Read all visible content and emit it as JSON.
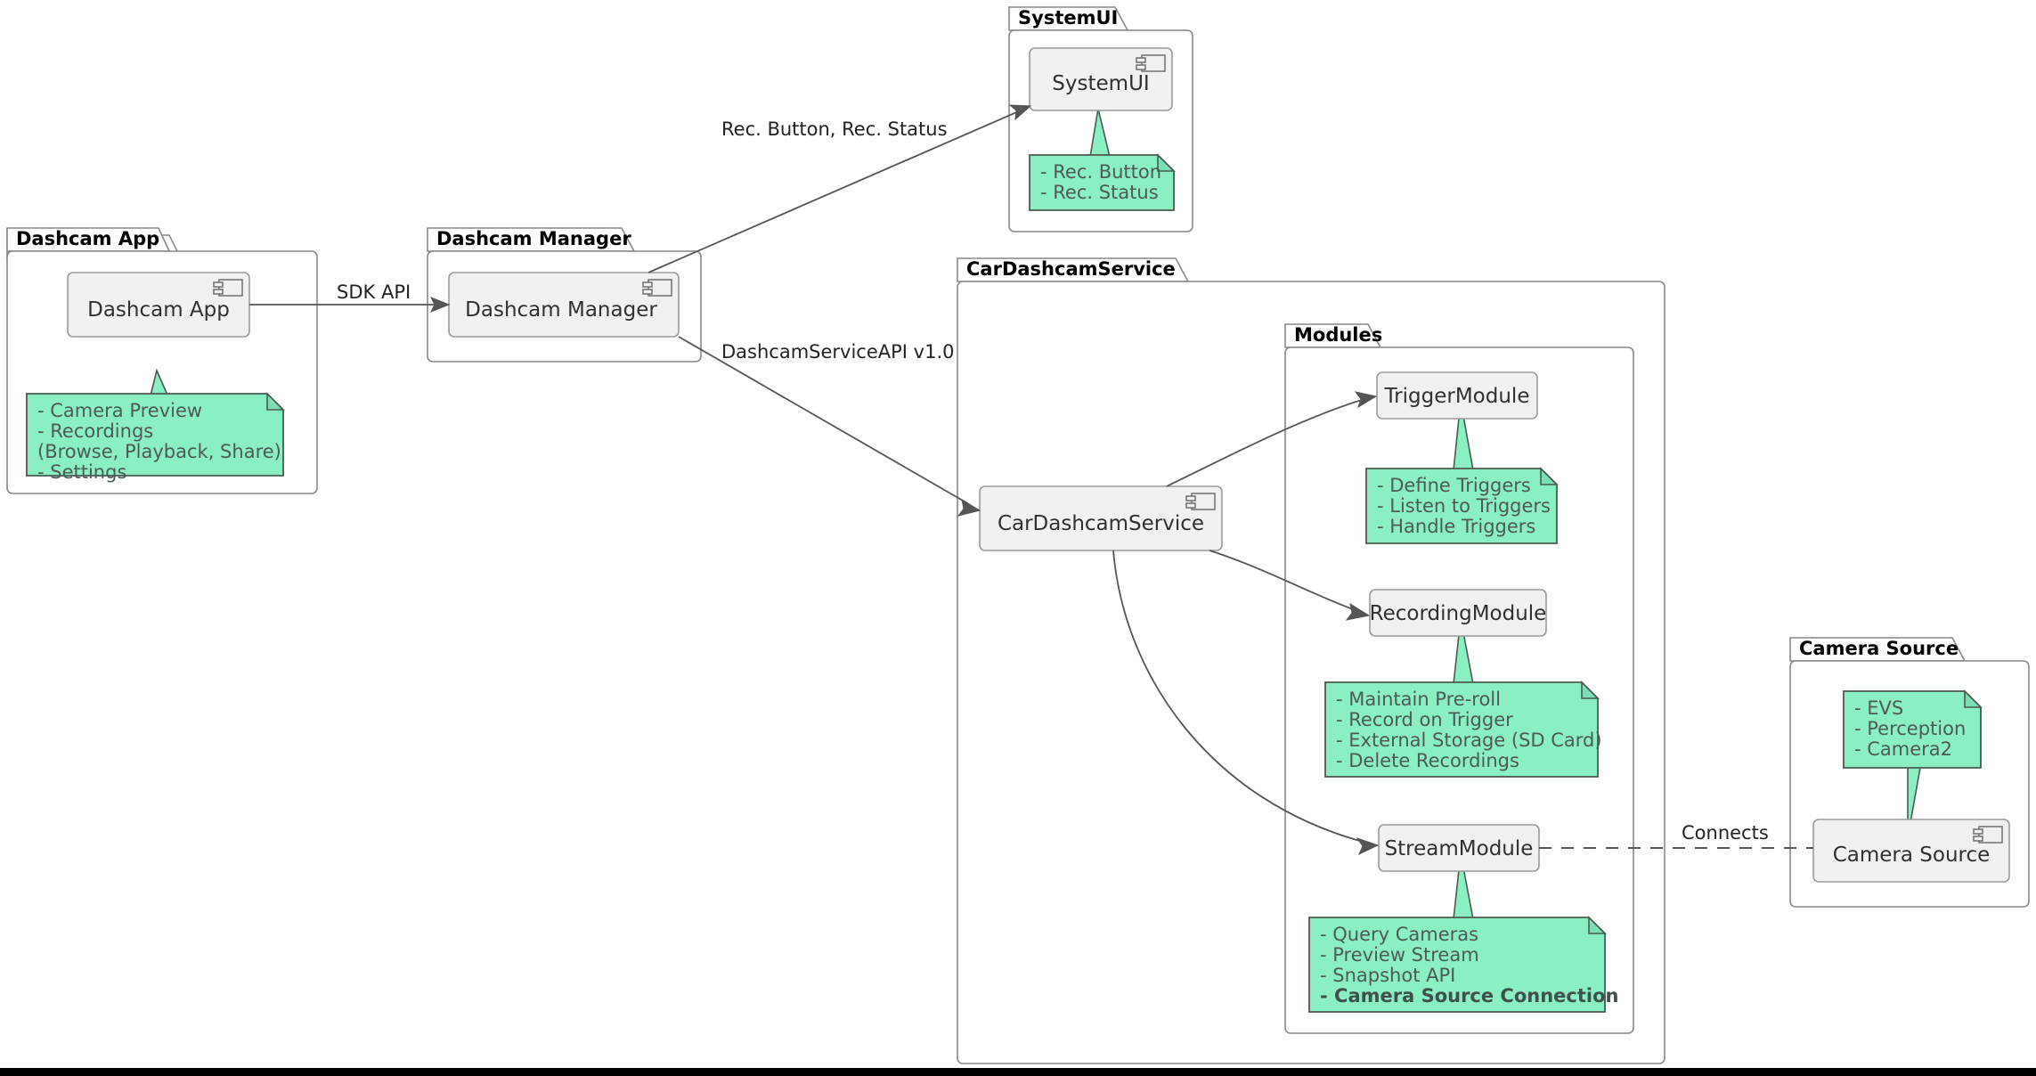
{
  "diagram": {
    "type": "uml-component-diagram",
    "colors": {
      "note_fill": "#8BEFC4",
      "note_border": "#4a5a50",
      "component_fill": "#F1F1F1",
      "component_border": "#9a9a9a",
      "package_border": "#888888",
      "edge": "#555555",
      "text": "#303030"
    }
  },
  "packages": {
    "dashcam_app": {
      "title": "Dashcam App",
      "component": "Dashcam App",
      "note_lines": [
        "- Camera Preview",
        "- Recordings",
        "  (Browse, Playback, Share)",
        "- Settings"
      ]
    },
    "dashcam_manager": {
      "title": "Dashcam Manager",
      "component": "Dashcam Manager"
    },
    "system_ui": {
      "title": "SystemUI",
      "component": "SystemUI",
      "note_lines": [
        "- Rec. Button",
        "- Rec. Status"
      ]
    },
    "car_dashcam_service": {
      "title": "CarDashcamService",
      "component": "CarDashcamService"
    },
    "modules": {
      "title": "Modules",
      "trigger_module": {
        "component": "TriggerModule",
        "note_lines": [
          "- Define Triggers",
          "- Listen to Triggers",
          "- Handle Triggers"
        ]
      },
      "recording_module": {
        "component": "RecordingModule",
        "note_lines": [
          "- Maintain Pre-roll",
          "- Record on Trigger",
          "- External Storage (SD Card)",
          "- Delete Recordings"
        ]
      },
      "stream_module": {
        "component": "StreamModule",
        "note_lines": [
          "- Query Cameras",
          "- Preview Stream",
          "- Snapshot API",
          "- Camera Source Connection"
        ],
        "note_bold_index": 3
      }
    },
    "camera_source": {
      "title": "Camera Source",
      "component": "Camera Source",
      "note_lines": [
        "- EVS",
        "- Perception",
        "- Camera2"
      ]
    }
  },
  "edges": {
    "sdk_api": "SDK API",
    "rec_button_status": "Rec. Button, Rec. Status",
    "dashcam_service_api": "DashcamServiceAPI v1.0",
    "connects": "Connects"
  }
}
